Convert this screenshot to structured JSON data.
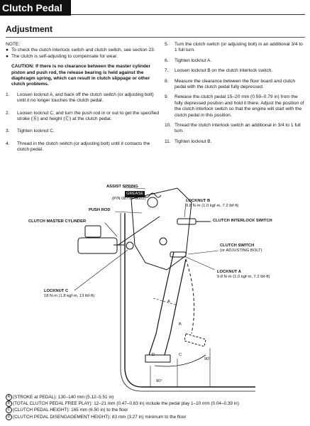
{
  "header": {
    "title": "Clutch Pedal",
    "section": "Adjustment"
  },
  "note": {
    "heading": "NOTE:",
    "bullets": [
      "To check the clutch interlock switch and clutch switch, see section 23.",
      "The clutch is self-adjusting to compensate for wear."
    ],
    "caution": "CAUTION: If there is no clearance between the master cylinder piston and push rod, the release bearing is held against the diaphragm spring, which can result in clutch slippage or other clutch problems."
  },
  "steps_left": [
    {
      "num": "1.",
      "text": "Loosen locknut A, and back off the clutch switch (or adjusting bolt) until it no longer touches the clutch pedal."
    },
    {
      "num": "2.",
      "text": "Loosen locknut C, and turn the push rod in or out to get the specified stroke (Ⓐ) and height (Ⓒ) at the clutch pedal."
    },
    {
      "num": "3.",
      "text": "Tighten locknut C."
    },
    {
      "num": "4.",
      "text": "Thread in the clutch switch (or adjusting bolt) until it contacts the clutch pedal."
    }
  ],
  "steps_right": [
    {
      "num": "5.",
      "text": "Turn the clutch switch (or adjusting bolt) in an additional 3/4 to 1 full turn."
    },
    {
      "num": "6.",
      "text": "Tighten locknut A."
    },
    {
      "num": "7.",
      "text": "Loosen locknut B on the clutch interlock switch."
    },
    {
      "num": "8.",
      "text": "Measure the clearance between the floor board and clutch pedal with the clutch pedal fully depressed."
    },
    {
      "num": "9.",
      "text": "Release the clutch pedal 15–20 mm (0.59–0.79 in) from the fully depressed position and hold it there. Adjust the position of the clutch interlock switch so that the engine will start with the clutch pedal in this position."
    },
    {
      "num": "10.",
      "text": "Thread the clutch interlock switch an additional in 3/4 to 1 full turn."
    },
    {
      "num": "11.",
      "text": "Tighten locknut B."
    }
  ],
  "figure": {
    "assist_spring": "ASSIST SPRING",
    "grease": "GREASE",
    "part_no": "(P/N 08798–9002)",
    "push_rod": "PUSH ROD",
    "master_cyl": "CLUTCH MASTER CYLINDER",
    "locknut_b": "LOCKNUT B",
    "locknut_b_torque": "9.8 N·m (1.0 kgf·m, 7.2 lbf·ft)",
    "interlock": "CLUTCH INTERLOCK SWITCH",
    "clutch_switch": "CLUTCH SWITCH",
    "adjusting_bolt": "(or ADJUSTING BOLT)",
    "locknut_a": "LOCKNUT A",
    "locknut_a_torque": "9.8 N·m (1.0 kgf·m, 7.2 lbf·ft)",
    "locknut_c": "LOCKNUT C",
    "locknut_c_torque": "18 N·m (1.8 kgf·m, 13 lbf·ft)",
    "angle1": "90°",
    "angle2": "90°",
    "mark_a": "A",
    "mark_b": "B",
    "mark_c": "C",
    "mark_d": "D"
  },
  "specs": [
    {
      "mark": "A",
      "text": "(STROKE at PEDAL): 130–140 mm (5.12–5.51 in)"
    },
    {
      "mark": "B",
      "text": "(TOTAL CLUTCH PEDAL FREE PLAY): 12–21 mm (0.47–0.83 in) include the pedal play 1–10 mm (0.04–0.39 in)"
    },
    {
      "mark": "C",
      "text": "(CLUTCH PEDAL HEIGHT): 165 mm (6.50 in) to the floor"
    },
    {
      "mark": "D",
      "text": "(CLUTCH PEDAL DISENGAGEMENT HEIGHT): 83 mm (3.27 in) minimum to the floor"
    }
  ]
}
